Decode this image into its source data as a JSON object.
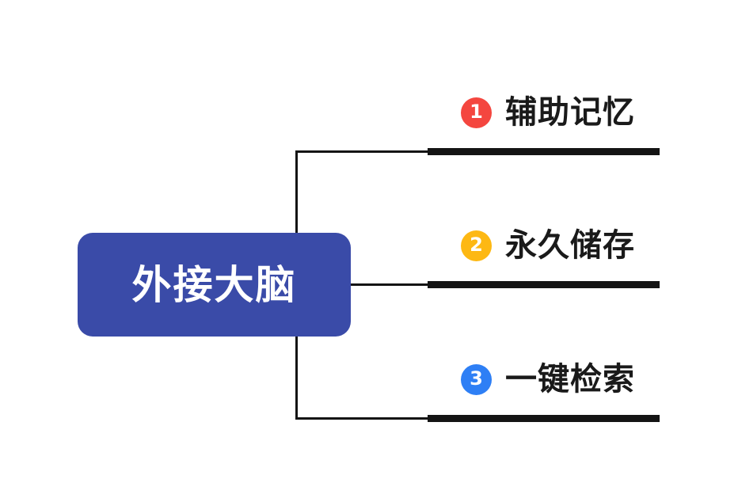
{
  "diagram": {
    "type": "mind-map",
    "background_color": "#FFFFFF",
    "center": {
      "label": "外接大脑",
      "fill_color": "#3A4BA8",
      "text_color": "#FFFFFF"
    },
    "connector_color": "#141414",
    "bar_color": "#141414",
    "branches": [
      {
        "number": "1",
        "label": "辅助记忆",
        "badge_color": "#F4463F",
        "text_color": "#1A1A1A"
      },
      {
        "number": "2",
        "label": "永久储存",
        "badge_color": "#FDB813",
        "text_color": "#1A1A1A"
      },
      {
        "number": "3",
        "label": "一键检索",
        "badge_color": "#2E7FF5",
        "text_color": "#1A1A1A"
      }
    ]
  }
}
